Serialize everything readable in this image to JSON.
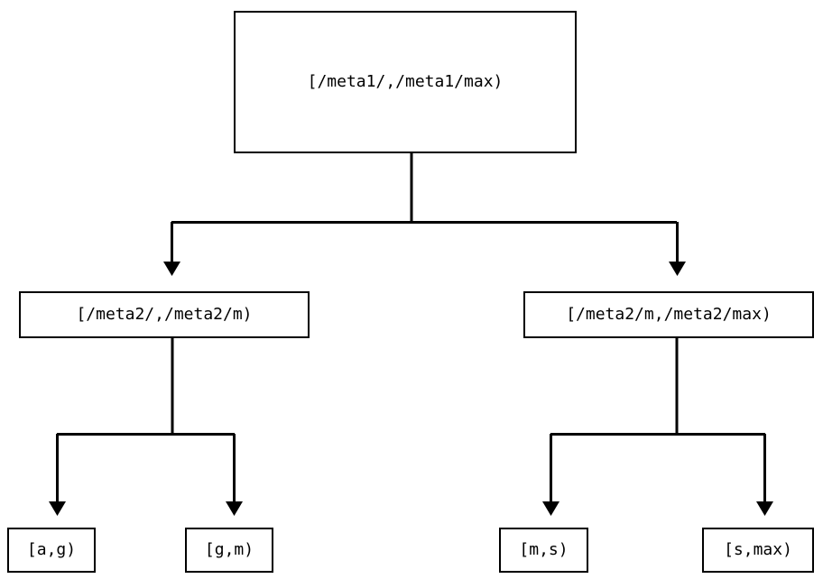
{
  "diagram": {
    "kind": "interval-partition-tree",
    "background_color": "#ffffff",
    "stroke_color": "#000000",
    "text_color": "#000000",
    "root": {
      "id": "root",
      "label": "[/meta1/,/meta1/max)"
    },
    "mid": [
      {
        "id": "mid-left",
        "label": "[/meta2/,/meta2/m)"
      },
      {
        "id": "mid-right",
        "label": "[/meta2/m,/meta2/max)"
      }
    ],
    "leaves": [
      {
        "id": "leaf-0",
        "label": "[a,g)"
      },
      {
        "id": "leaf-1",
        "label": "[g,m)"
      },
      {
        "id": "leaf-2",
        "label": "[m,s)"
      },
      {
        "id": "leaf-3",
        "label": "[s,max)"
      }
    ],
    "edges": [
      {
        "id": "edge-root-mid-left",
        "from": "root",
        "to": "mid-left",
        "arrow": "down"
      },
      {
        "id": "edge-root-mid-right",
        "from": "root",
        "to": "mid-right",
        "arrow": "down"
      },
      {
        "id": "edge-midleft-leaf0",
        "from": "mid-left",
        "to": "leaf-0",
        "arrow": "down"
      },
      {
        "id": "edge-midleft-leaf1",
        "from": "mid-left",
        "to": "leaf-1",
        "arrow": "down"
      },
      {
        "id": "edge-midright-leaf2",
        "from": "mid-right",
        "to": "leaf-2",
        "arrow": "down"
      },
      {
        "id": "edge-midright-leaf3",
        "from": "mid-right",
        "to": "leaf-3",
        "arrow": "down"
      }
    ]
  }
}
